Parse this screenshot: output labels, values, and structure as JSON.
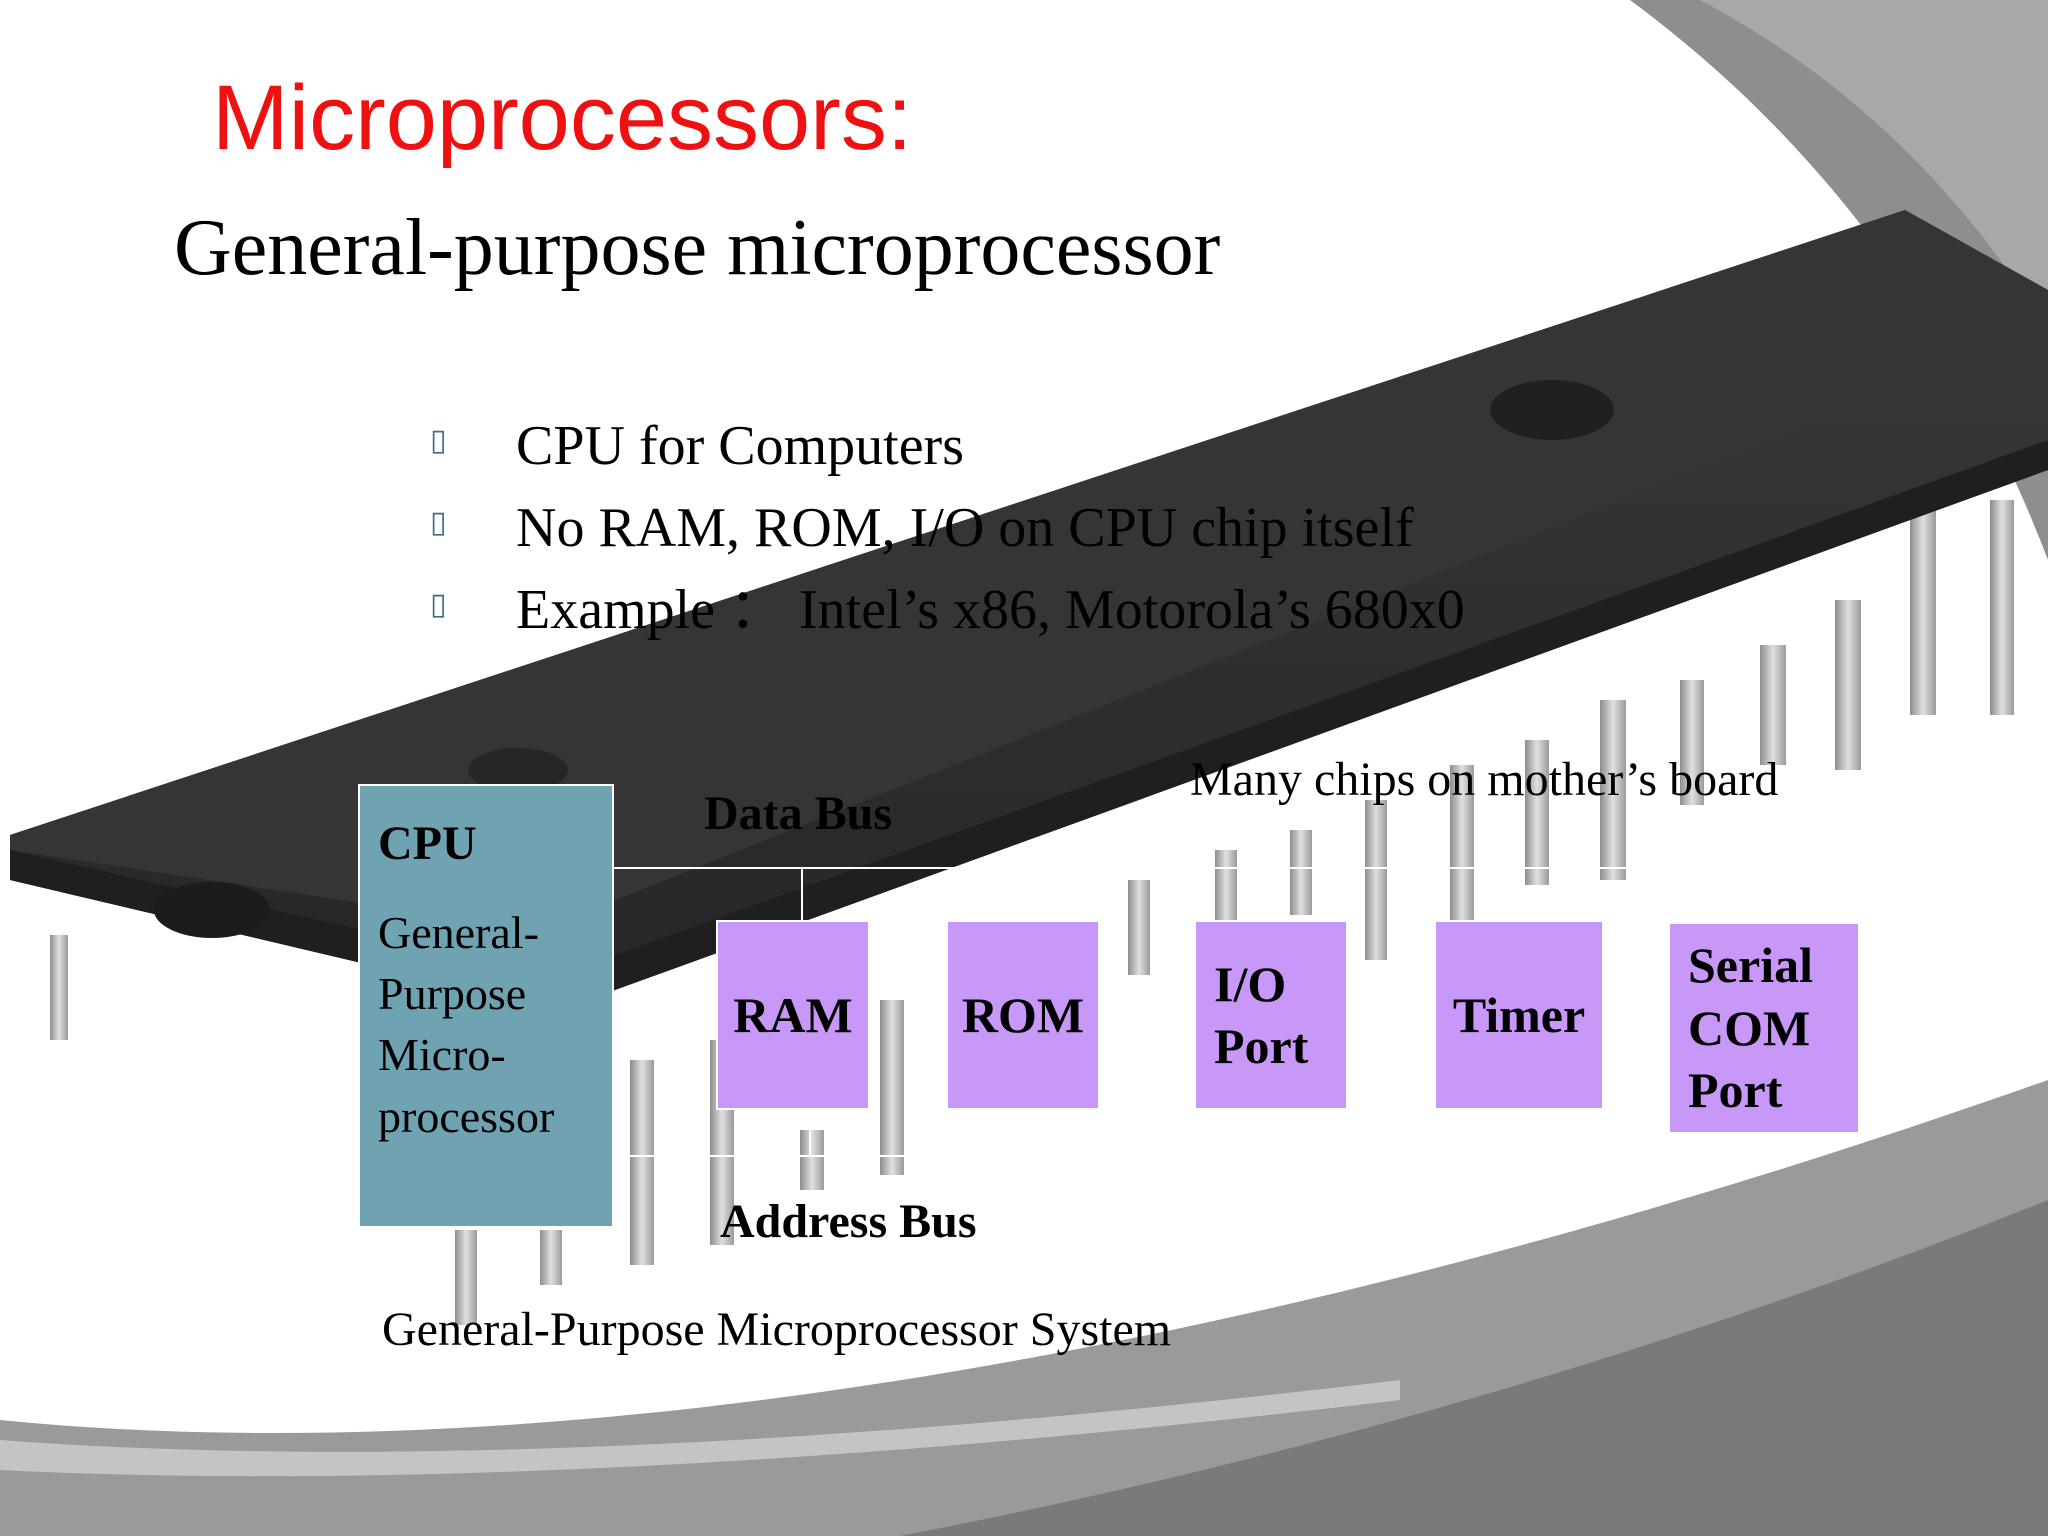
{
  "title": "Microprocessors:",
  "subtitle": "General-purpose microprocessor",
  "bullets": [
    "CPU for Computers",
    "No RAM, ROM, I/O on CPU chip itself",
    "Example ： Intel’s x86, Motorola’s 680x0"
  ],
  "bullet_icon": "square-bullet-icon",
  "diagram": {
    "cpu": {
      "label": "CPU",
      "description": "General-Purpose Micro-processor",
      "color": "#6fa3b1"
    },
    "data_bus_label": "Data Bus",
    "address_bus_label": "Address Bus",
    "board_note": "Many chips on mother’s board",
    "caption": "General-Purpose Microprocessor System",
    "peripheral_color": "#c898f8",
    "peripherals": [
      {
        "label": "RAM"
      },
      {
        "label": "ROM"
      },
      {
        "label": "I/O Port"
      },
      {
        "label": "Timer"
      },
      {
        "label": "Serial COM Port"
      }
    ]
  },
  "colors": {
    "title": "#ee1111",
    "chip_body": "#2f2f31",
    "pins": "#bdbdbd",
    "swoosh": "#9a9a9a"
  }
}
